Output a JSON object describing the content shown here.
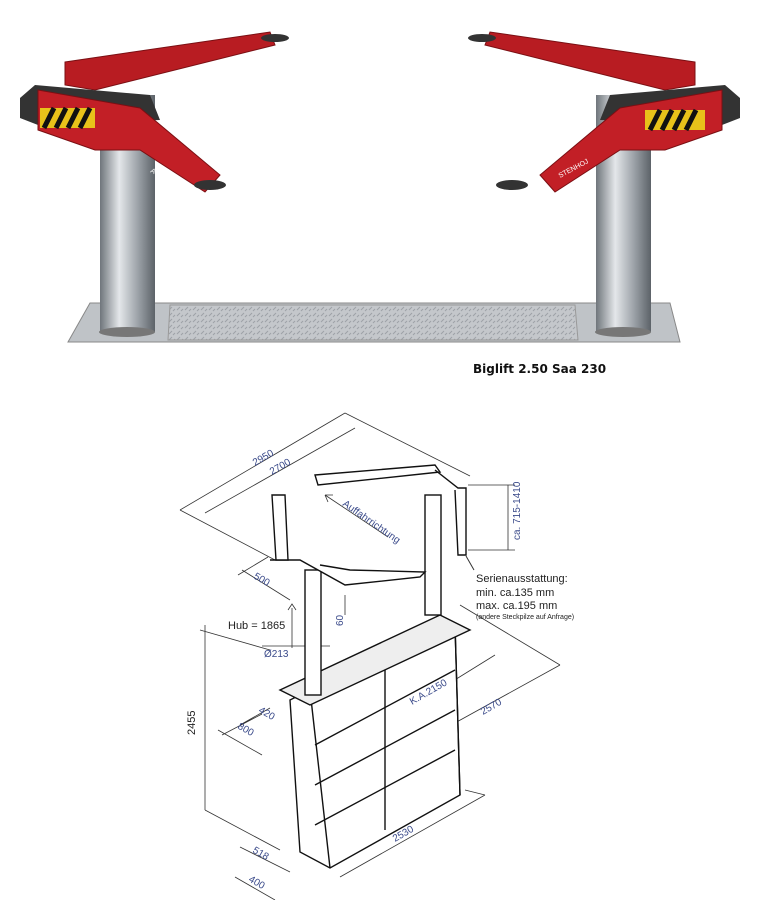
{
  "photo": {
    "brand_label": "AUTOP STENHOJ",
    "colors": {
      "arm": "#b81c22",
      "column": "#9aa0a6",
      "plate": "#c8cbcf",
      "stripe_yellow": "#e8c21a"
    }
  },
  "caption": "Biglift 2.50 Saa 230",
  "drawing": {
    "dims": {
      "d2950": "2950",
      "d2700": "2700",
      "direction": "Auffahrrichtung",
      "height_range": "ca. 715-1410",
      "d500": "500",
      "d60": "60",
      "hub": "Hub = 1865",
      "diameter": "Ø213",
      "ka": "K.A.2150",
      "d2570": "2570",
      "d2455": "2455",
      "d420": "420",
      "d800": "800",
      "d2530": "2530",
      "d518": "518",
      "d400": "400"
    },
    "note": {
      "title": "Serienausstattung:",
      "min": "min. ca.135 mm",
      "max": "max. ca.195 mm",
      "small": "(andere Steckpilze auf Anfrage)"
    }
  }
}
